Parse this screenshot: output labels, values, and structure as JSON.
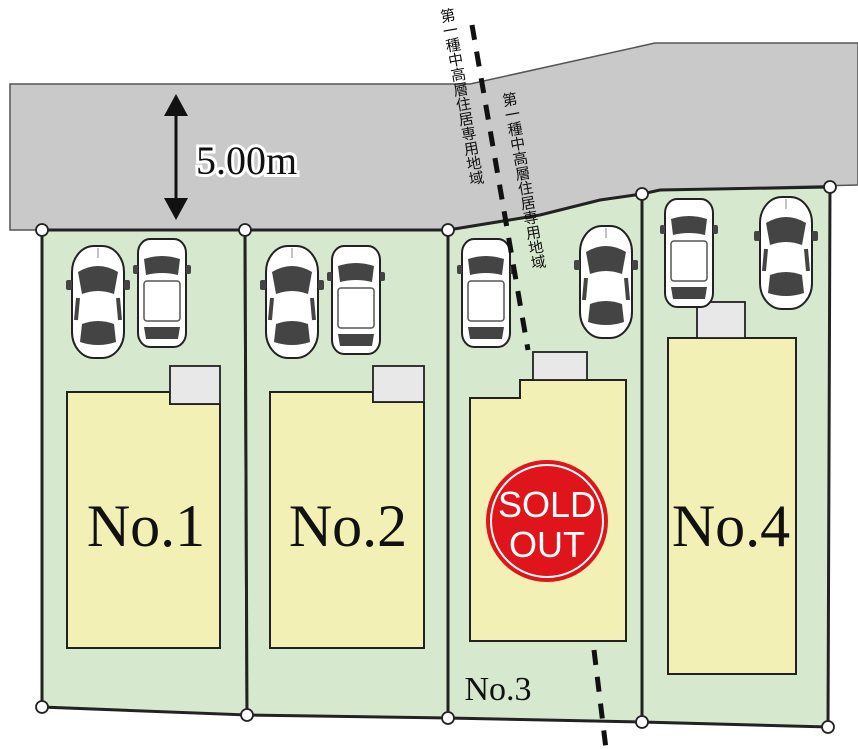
{
  "road": {
    "width_label": "5.00m"
  },
  "zoning": {
    "label_left": "第一種中高層住居専用地域",
    "label_right": "第一種中高層住居専用地域"
  },
  "lots": [
    {
      "label": "No.1"
    },
    {
      "label": "No.2"
    },
    {
      "label": "No.3"
    },
    {
      "label": "No.4"
    }
  ],
  "badge": {
    "line1": "SOLD",
    "line2": "OUT"
  },
  "colors": {
    "road": "#c9c9c9",
    "lot": "#d6e9cf",
    "house": "#f3f0b6",
    "badge": "#e0141b",
    "outline": "#222222"
  },
  "icons": [
    "car-icon",
    "suv-icon",
    "porch-icon",
    "boundary-marker-icon"
  ]
}
